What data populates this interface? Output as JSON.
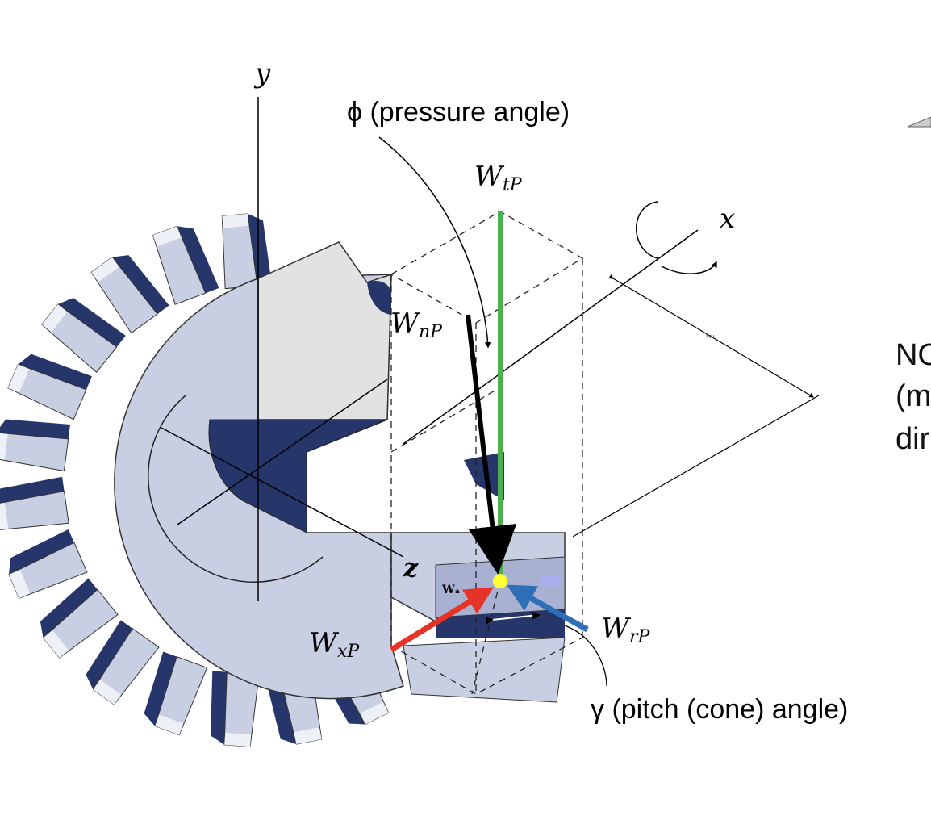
{
  "axes": {
    "y": "y",
    "x": "x",
    "z": "z"
  },
  "labels": {
    "pressure_angle": "ϕ (pressure angle)",
    "W_tP": {
      "main": "W",
      "sub": "tP"
    },
    "W_nP": {
      "main": "W",
      "sub": "nP"
    },
    "W_xP": {
      "main": "W",
      "sub": "xP"
    },
    "W_rP": {
      "main": "W",
      "sub": "rP"
    },
    "pitch_angle": "γ (pitch (cone) angle)",
    "inner_wa": "Wₐ",
    "dim": "rₐᵥ"
  },
  "side_text": [
    "NO",
    "(m",
    "dir"
  ],
  "colors": {
    "W_tP": "#4caf50",
    "W_nP": "#000000",
    "W_xP": "#e53427",
    "W_rP": "#2f6fb8",
    "pitch_point": "#ffff33",
    "gear_light": "#c9cfe3",
    "gear_dark": "#26356a",
    "gear_face": "#e6e9f2"
  }
}
